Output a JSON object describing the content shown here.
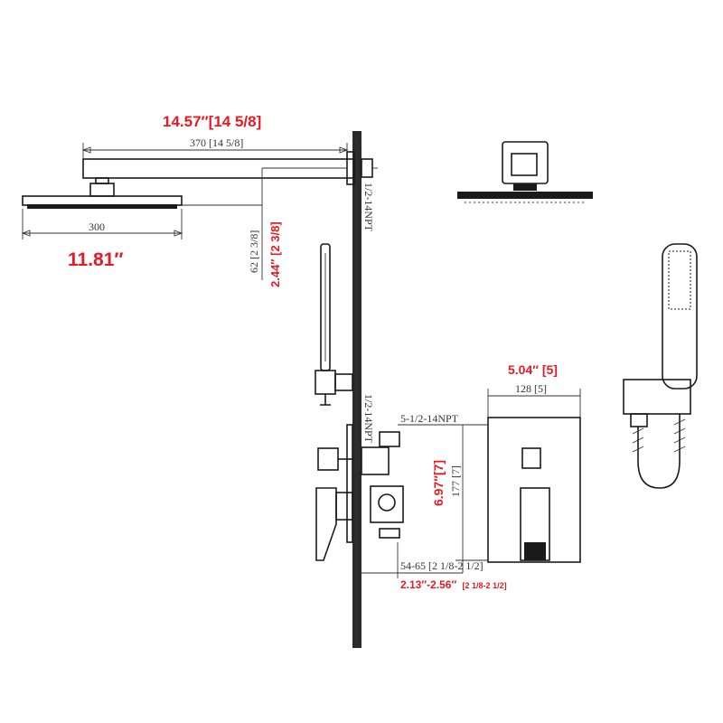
{
  "labels": {
    "arm_length_in": "14.57″[14 5/8]",
    "arm_length_mm": "370 [14 5/8]",
    "head_diameter_mm": "300",
    "head_diameter_in": "11.81″",
    "drop_mm": "62 [2 3/8]",
    "drop_in": "2.44″ [2 3/8]",
    "npt_upper": "1/2-14NPT",
    "npt_lower": "1/2-14NPT",
    "plate_width_in": "5.04″ [5]",
    "plate_width_mm": "128 [5]",
    "inlet_npt": "5-1/2-14NPT",
    "plate_height_in": "6.97″[7]",
    "plate_height_mm": "177 [7]",
    "depth_mm": "54-65 [2 1/8-2 1/2]",
    "depth_in": "2.13″-2.56″",
    "depth_in_frac": "[2 1/8-2  1/2]"
  },
  "colors": {
    "annotation": "#e31b23",
    "drawing": "#1a1a1a"
  }
}
